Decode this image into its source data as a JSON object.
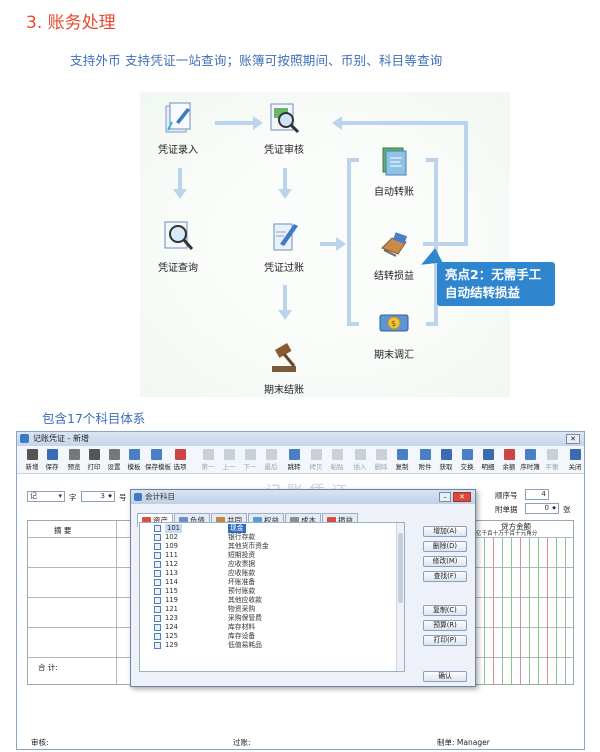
{
  "section_title": "3. 账务处理",
  "section_subtitle": "支持外币 支持凭证一站查询；账簿可按照期间、币别、科目等查询",
  "flow": {
    "nodes": {
      "voucher_entry": "凭证录入",
      "voucher_review": "凭证审核",
      "voucher_query": "凭证查询",
      "voucher_post": "凭证过账",
      "period_close": "期末结账",
      "auto_transfer": "自动转账",
      "transfer_pl": "结转损益",
      "period_fx": "期末调汇"
    },
    "callout_line1": "亮点2：无需手工",
    "callout_line2": "自动结转损益"
  },
  "section2_title": "包含17个科目体系",
  "window": {
    "title": "记账凭证 - 新增",
    "toolbar": [
      {
        "label": "新增",
        "icon": "new-icon",
        "enabled": true
      },
      {
        "label": "保存",
        "icon": "save-icon",
        "enabled": true
      },
      {
        "label": "预览",
        "icon": "preview-icon",
        "enabled": true
      },
      {
        "label": "打印",
        "icon": "print-icon",
        "enabled": true
      },
      {
        "label": "设置",
        "icon": "settings-icon",
        "enabled": true
      },
      {
        "label": "模板",
        "icon": "template-icon",
        "enabled": true
      },
      {
        "label": "保存模板",
        "icon": "save-template-icon",
        "enabled": true
      },
      {
        "label": "选项",
        "icon": "options-icon",
        "enabled": true
      },
      {
        "label": "第一",
        "icon": "first-icon",
        "enabled": false
      },
      {
        "label": "上一",
        "icon": "prev-icon",
        "enabled": false
      },
      {
        "label": "下一",
        "icon": "next-icon",
        "enabled": false
      },
      {
        "label": "最后",
        "icon": "last-icon",
        "enabled": false
      },
      {
        "label": "跳转",
        "icon": "jump-icon",
        "enabled": true
      },
      {
        "label": "拷贝",
        "icon": "copy-icon",
        "enabled": false
      },
      {
        "label": "粘贴",
        "icon": "paste-icon",
        "enabled": false
      },
      {
        "label": "插入",
        "icon": "insert-icon",
        "enabled": false
      },
      {
        "label": "删除",
        "icon": "delete-icon",
        "enabled": false
      },
      {
        "label": "复制",
        "icon": "duplicate-icon",
        "enabled": true
      },
      {
        "label": "附件",
        "icon": "attachment-icon",
        "enabled": true
      },
      {
        "label": "获取",
        "icon": "fetch-icon",
        "enabled": true
      },
      {
        "label": "交换",
        "icon": "swap-icon",
        "enabled": true
      },
      {
        "label": "明细",
        "icon": "detail-icon",
        "enabled": true
      },
      {
        "label": "余额",
        "icon": "balance-icon",
        "enabled": true
      },
      {
        "label": "序时簿",
        "icon": "journal-icon",
        "enabled": true
      },
      {
        "label": "平衡",
        "icon": "balance-check-icon",
        "enabled": false
      },
      {
        "label": "关闭",
        "icon": "close-icon",
        "enabled": true
      }
    ],
    "voucher_title": "记账凭证",
    "voucher_type": "记",
    "word_label": "字",
    "number_value": "3",
    "number_label": "号",
    "seq_label": "顺序号",
    "seq_value": "4",
    "attach_label": "附单据",
    "attach_value": "0",
    "attach_unit": "张",
    "col_summary": "摘  要",
    "col_credit": "贷方金额",
    "digits": "亿千百十万千百十元角分",
    "total_label": "合  计:",
    "footer_audit": "审核:",
    "footer_post": "过账:",
    "footer_maker": "制单: Manager"
  },
  "dialog": {
    "title": "会计科目",
    "tabs": [
      {
        "label": "资产",
        "color": "#d9503f"
      },
      {
        "label": "负债",
        "color": "#6f8fbf"
      },
      {
        "label": "共同",
        "color": "#c7863a"
      },
      {
        "label": "权益",
        "color": "#5d9ad6"
      },
      {
        "label": "成本",
        "color": "#8d8d8d"
      },
      {
        "label": "损益",
        "color": "#d9503f"
      }
    ],
    "accounts": [
      {
        "code": "101",
        "name": "现金"
      },
      {
        "code": "102",
        "name": "银行存款"
      },
      {
        "code": "109",
        "name": "其他货币资金"
      },
      {
        "code": "111",
        "name": "短期投资"
      },
      {
        "code": "112",
        "name": "应收票据"
      },
      {
        "code": "113",
        "name": "应收账款"
      },
      {
        "code": "114",
        "name": "坏账准备"
      },
      {
        "code": "115",
        "name": "预付账款"
      },
      {
        "code": "119",
        "name": "其他应收款"
      },
      {
        "code": "121",
        "name": "物资采购"
      },
      {
        "code": "123",
        "name": "采购保管费"
      },
      {
        "code": "124",
        "name": "库存材料"
      },
      {
        "code": "125",
        "name": "库存设备"
      },
      {
        "code": "129",
        "name": "低值易耗品"
      }
    ],
    "buttons": {
      "add": "增加(A)",
      "delete": "删除(D)",
      "modify": "修改(M)",
      "find": "查找(F)",
      "copy": "复制(C)",
      "preview": "预算(R)",
      "print": "打印(P)",
      "ok": "确认"
    }
  }
}
